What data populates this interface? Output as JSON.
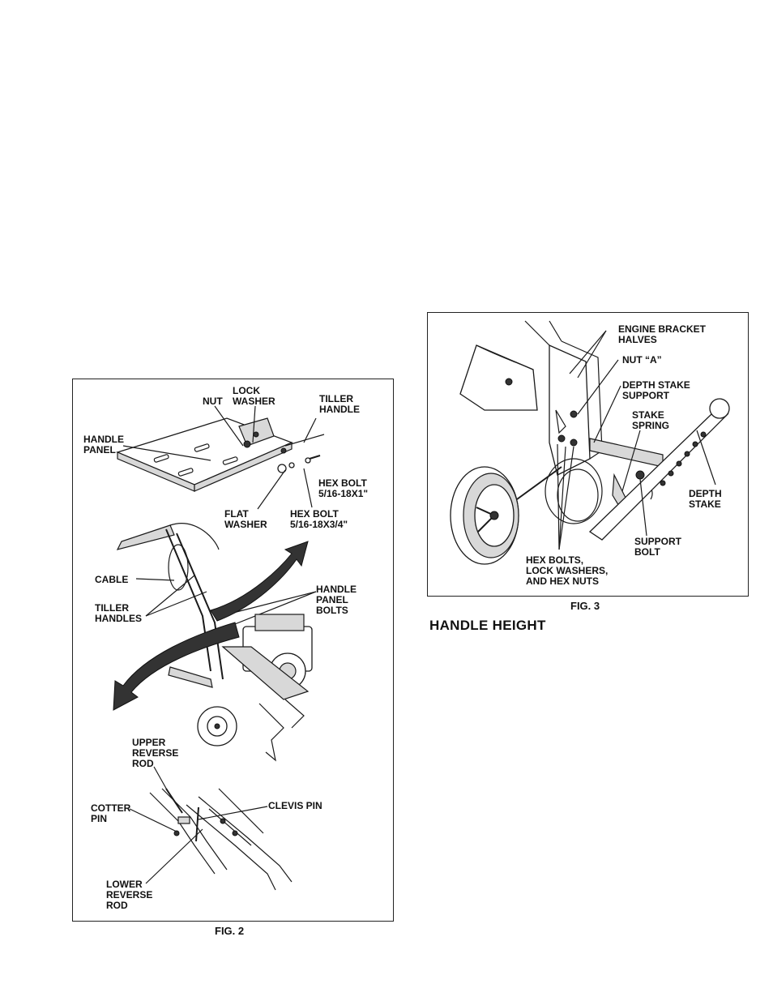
{
  "fig2": {
    "caption": "FIG. 2",
    "labels": {
      "lock_washer": "LOCK\nWASHER",
      "nut": "NUT",
      "tiller_handle": "TILLER\nHANDLE",
      "handle_panel": "HANDLE\nPANEL",
      "hex_bolt_1": "HEX BOLT\n5/16-18X1\"",
      "flat_washer": "FLAT\nWASHER",
      "hex_bolt_2": "HEX BOLT\n5/16-18X3/4\"",
      "cable": "CABLE",
      "tiller_handles": "TILLER\nHANDLES",
      "handle_panel_bolts": "HANDLE\nPANEL\nBOLTS",
      "upper_reverse_rod": "UPPER\nREVERSE\nROD",
      "cotter_pin": "COTTER\nPIN",
      "clevis_pin": "CLEVIS PIN",
      "lower_reverse_rod": "LOWER\nREVERSE\nROD"
    }
  },
  "fig3": {
    "caption": "FIG. 3",
    "labels": {
      "engine_bracket_halves": "ENGINE BRACKET\nHALVES",
      "nut_a": "NUT “A”",
      "depth_stake_support": "DEPTH STAKE\nSUPPORT",
      "stake_spring": "STAKE\nSPRING",
      "depth_stake": "DEPTH\nSTAKE",
      "support_bolt": "SUPPORT\nBOLT",
      "hex_bolts": "HEX BOLTS,\nLOCK WASHERS,\nAND HEX NUTS"
    }
  },
  "section": {
    "heading": "HANDLE HEIGHT"
  }
}
